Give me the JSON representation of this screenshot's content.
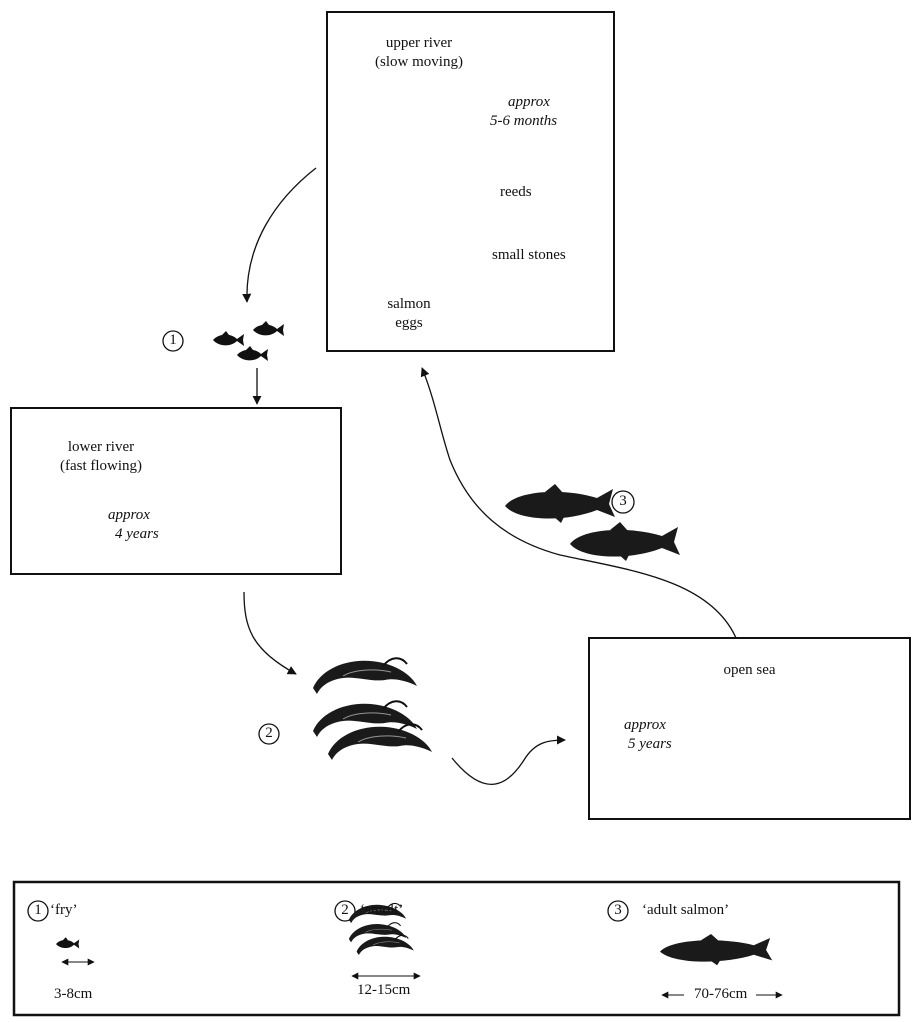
{
  "stages": {
    "upper_river": {
      "title_line1": "upper river",
      "title_line2": "(slow moving)",
      "duration_line1": "approx",
      "duration_line2": "5-6 months",
      "label_reeds": "reeds",
      "label_stones": "small stones",
      "label_eggs_line1": "salmon",
      "label_eggs_line2": "eggs"
    },
    "lower_river": {
      "title_line1": "lower river",
      "title_line2": "(fast flowing)",
      "duration_line1": "approx",
      "duration_line2": "4 years"
    },
    "open_sea": {
      "title": "open sea",
      "duration_line1": "approx",
      "duration_line2": "5 years"
    }
  },
  "markers": [
    "1",
    "2",
    "3"
  ],
  "legend": {
    "items": [
      {
        "number": "1",
        "name": "‘fry’",
        "size": "3-8cm"
      },
      {
        "number": "2",
        "name": "‘smolt’",
        "size": "12-15cm"
      },
      {
        "number": "3",
        "name": "‘adult salmon’",
        "size": "70-76cm"
      }
    ]
  },
  "colors": {
    "ink": "#111111",
    "photo_dark": "#1c1c1c",
    "paper": "#ffffff"
  }
}
